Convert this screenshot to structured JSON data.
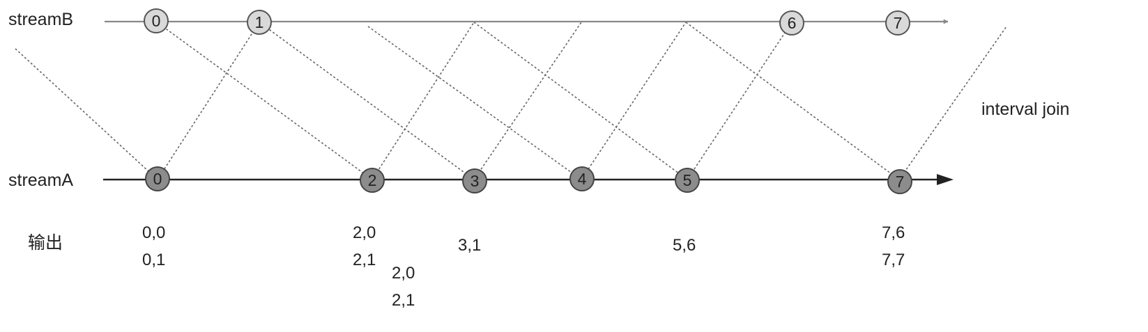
{
  "streams": {
    "b": {
      "label": "streamB",
      "events": [
        "0",
        "1",
        "6",
        "7"
      ]
    },
    "a": {
      "label": "streamA",
      "events": [
        "0",
        "2",
        "3",
        "4",
        "5",
        "7"
      ]
    }
  },
  "title": "interval join",
  "output_label": "输出",
  "outputs": [
    {
      "lines": [
        "0,0",
        "0,1"
      ]
    },
    {
      "lines": [
        "2,0",
        "2,1"
      ]
    },
    {
      "lines": [
        "2,0",
        "2,1"
      ]
    },
    {
      "lines": [
        "3,1"
      ]
    },
    {
      "lines": [
        "5,6"
      ]
    },
    {
      "lines": [
        "7,6",
        "7,7"
      ]
    }
  ],
  "colors": {
    "streamB_line": "#888888",
    "streamA_line": "#222222",
    "streamB_node": "#d9d9d9",
    "streamA_node": "#8c8c8c",
    "window_line": "#666666"
  }
}
